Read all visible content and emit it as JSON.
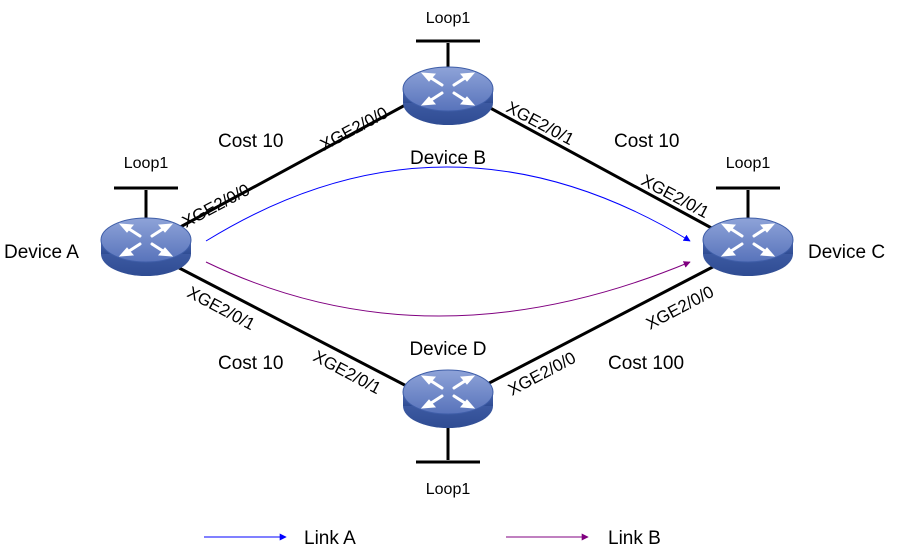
{
  "devices": {
    "a": {
      "name": "Device A",
      "loopback": "Loop1"
    },
    "b": {
      "name": "Device B",
      "loopback": "Loop1"
    },
    "c": {
      "name": "Device C",
      "loopback": "Loop1"
    },
    "d": {
      "name": "Device D",
      "loopback": "Loop1"
    }
  },
  "links": {
    "ab": {
      "cost": "Cost 10",
      "a_port": "XGE2/0/0",
      "b_port": "XGE2/0/0"
    },
    "bc": {
      "cost": "Cost 10",
      "b_port": "XGE2/0/1",
      "c_port": "XGE2/0/1"
    },
    "ad": {
      "cost": "Cost 10",
      "a_port": "XGE2/0/1",
      "d_port": "XGE2/0/1"
    },
    "dc": {
      "cost": "Cost 100",
      "d_port": "XGE2/0/0",
      "c_port": "XGE2/0/0"
    }
  },
  "paths": {
    "link_a": {
      "label": "Link A",
      "color": "#0000ff"
    },
    "link_b": {
      "label": "Link B",
      "color": "#800080"
    }
  },
  "router_icon": "router-icon",
  "colors": {
    "router_top": "#6b86c9",
    "router_side": "#3f5ea8",
    "line": "#000000"
  }
}
